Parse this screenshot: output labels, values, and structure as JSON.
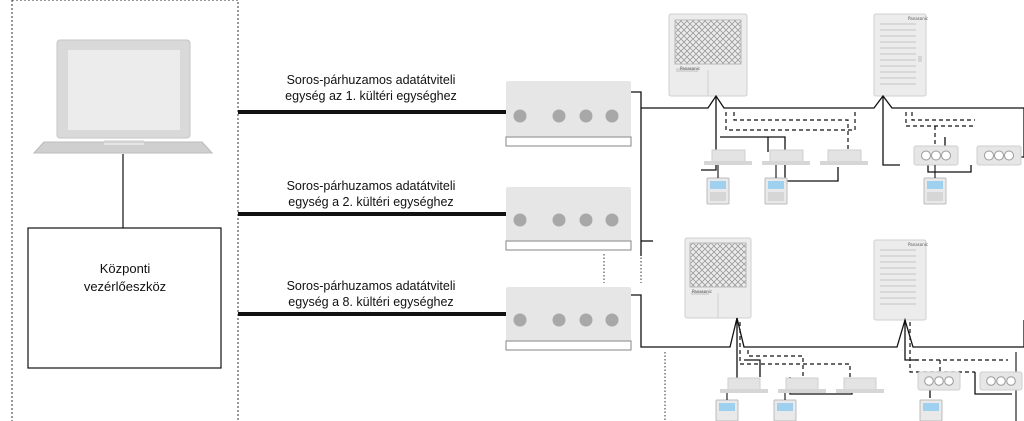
{
  "central_controller": {
    "line1": "Központi",
    "line2": "vezérlőeszköz"
  },
  "adapters": [
    {
      "line1": "Soros-párhuzamos adatátviteli",
      "line2": "egység az 1. kültéri egységhez"
    },
    {
      "line1": "Soros-párhuzamos adatátviteli",
      "line2": "egység a 2. kültéri egységhez"
    },
    {
      "line1": "Soros-párhuzamos adatátviteli",
      "line2": "egység a 8. kültéri egységhez"
    }
  ],
  "brand_text": "Panasonic"
}
